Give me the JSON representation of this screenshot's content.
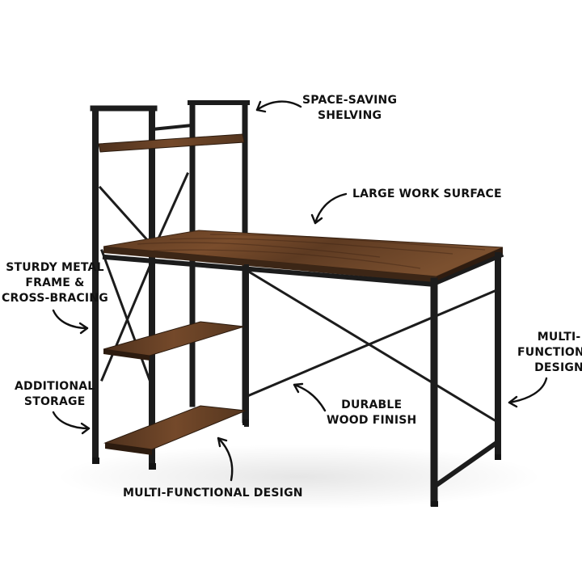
{
  "colors": {
    "background": "#ffffff",
    "frame": "#1c1c1c",
    "wood_dark": "#4a2e1a",
    "wood_mid": "#6b4428",
    "wood_light": "#8a5a35",
    "text": "#111111"
  },
  "callouts": {
    "space_saving": {
      "line1": "SPACE-SAVING",
      "line2": "SHELVING"
    },
    "work_surface": {
      "line1": "LARGE WORK SURFACE"
    },
    "sturdy_frame": {
      "line1": "STURDY METAL",
      "line2": "FRAME &",
      "line3": "CROSS-BRACING"
    },
    "multi_right": {
      "line1": "MULTI-",
      "line2": "FUNCTIONAL",
      "line3": "DESIGN"
    },
    "additional_storage": {
      "line1": "ADDITIONAL",
      "line2": "STORAGE"
    },
    "durable_wood": {
      "line1": "DURABLE",
      "line2": "WOOD FINISH"
    },
    "multi_bottom": {
      "line1": "MULTI-FUNCTIONAL DESIGN"
    }
  }
}
